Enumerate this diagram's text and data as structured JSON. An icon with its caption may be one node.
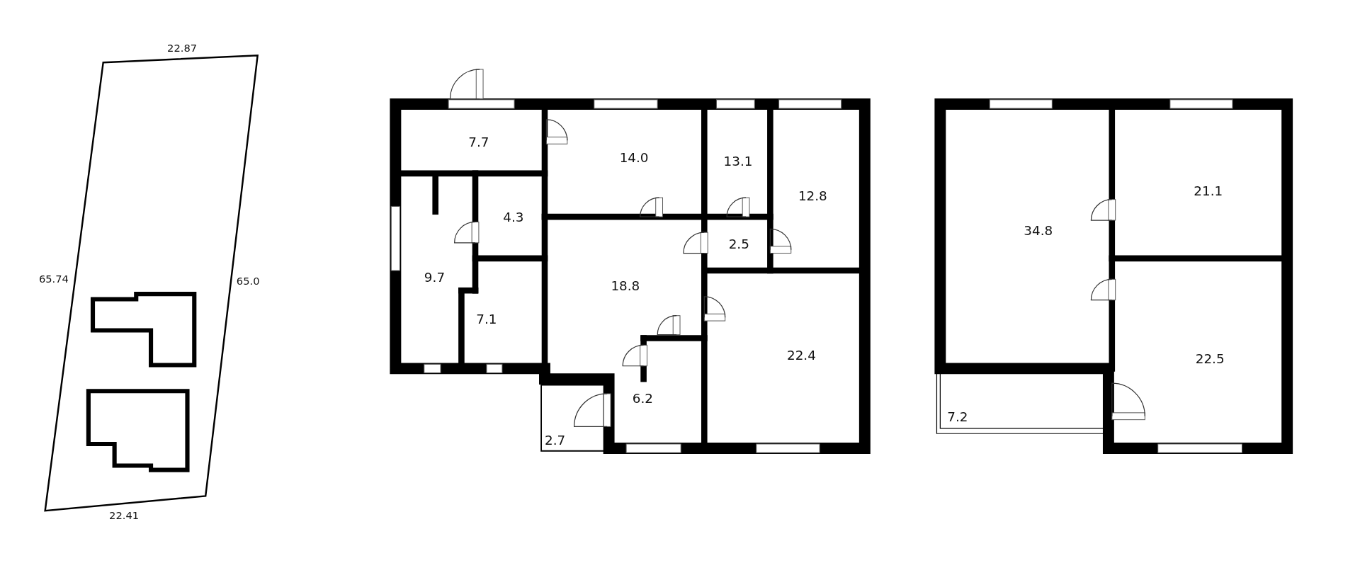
{
  "diagram": {
    "labels": [
      "22.87",
      "65.74",
      "65.0",
      "22.41",
      "7.7",
      "14.0",
      "13.1",
      "12.8",
      "4.3",
      "9.7",
      "18.8",
      "2.5",
      "7.1",
      "22.4",
      "6.2",
      "2.7",
      "34.8",
      "21.1",
      "22.5",
      "7.2"
    ]
  }
}
